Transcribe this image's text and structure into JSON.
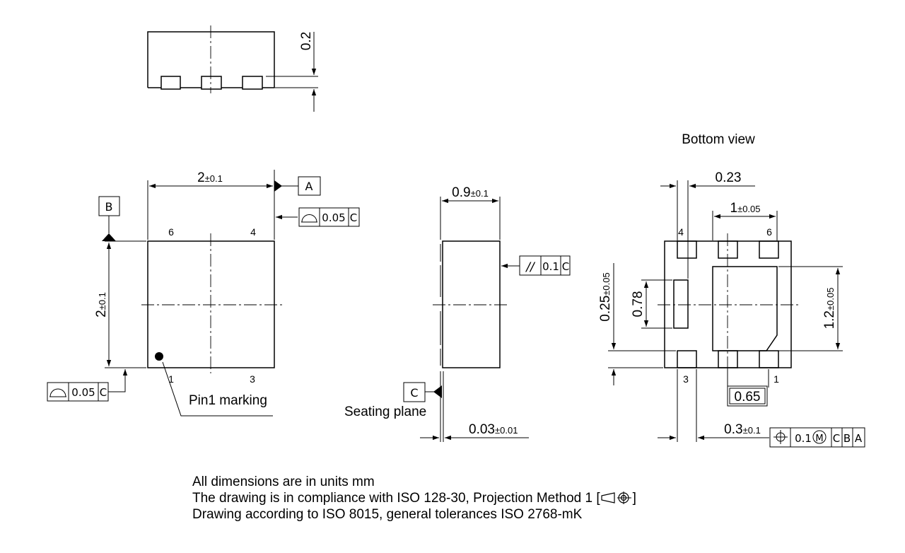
{
  "views": {
    "bottom_view_title": "Bottom view"
  },
  "dimensions": {
    "top_height": "0.2",
    "width": "2",
    "width_tol": "±0.1",
    "height": "2",
    "height_tol": "±0.1",
    "thickness": "0.9",
    "thickness_tol": "±0.1",
    "standoff": "0.03",
    "standoff_tol": "±0.01",
    "pad_width": "0.23",
    "pad_span": "1",
    "pad_span_tol": "±0.05",
    "pad_len": "0.25",
    "pad_len_tol": "±0.05",
    "slot_len": "0.78",
    "thermal_pad": "1.2",
    "thermal_pad_tol": "±0.05",
    "pitch": "0.65",
    "pin_width": "0.3",
    "pin_width_tol": "±0.1"
  },
  "datums": {
    "a": "A",
    "b": "B",
    "c": "C"
  },
  "tolerance_frames": {
    "profile_top": {
      "value": "0.05",
      "datum": "C"
    },
    "profile_bottom": {
      "value": "0.05",
      "datum": "C"
    },
    "parallelism": {
      "symbol": "//",
      "value": "0.1",
      "datum": "C"
    },
    "position": {
      "value": "0.1",
      "modifier": "M",
      "datums": [
        "C",
        "B",
        "A"
      ]
    }
  },
  "pins": {
    "top_view": {
      "p6": "6",
      "p4": "4",
      "p1": "1",
      "p3": "3"
    },
    "bottom_view": {
      "p4": "4",
      "p6": "6",
      "p3": "3",
      "p1": "1"
    }
  },
  "labels": {
    "pin1_marking": "Pin1 marking",
    "seating_plane": "Seating plane"
  },
  "notes": {
    "line1": "All dimensions are in units mm",
    "line2_prefix": "The drawing is in compliance with ISO 128-30, Projection Method 1 [",
    "line2_suffix": "]",
    "line3": "Drawing according to ISO 8015, general tolerances ISO 2768-mK"
  }
}
